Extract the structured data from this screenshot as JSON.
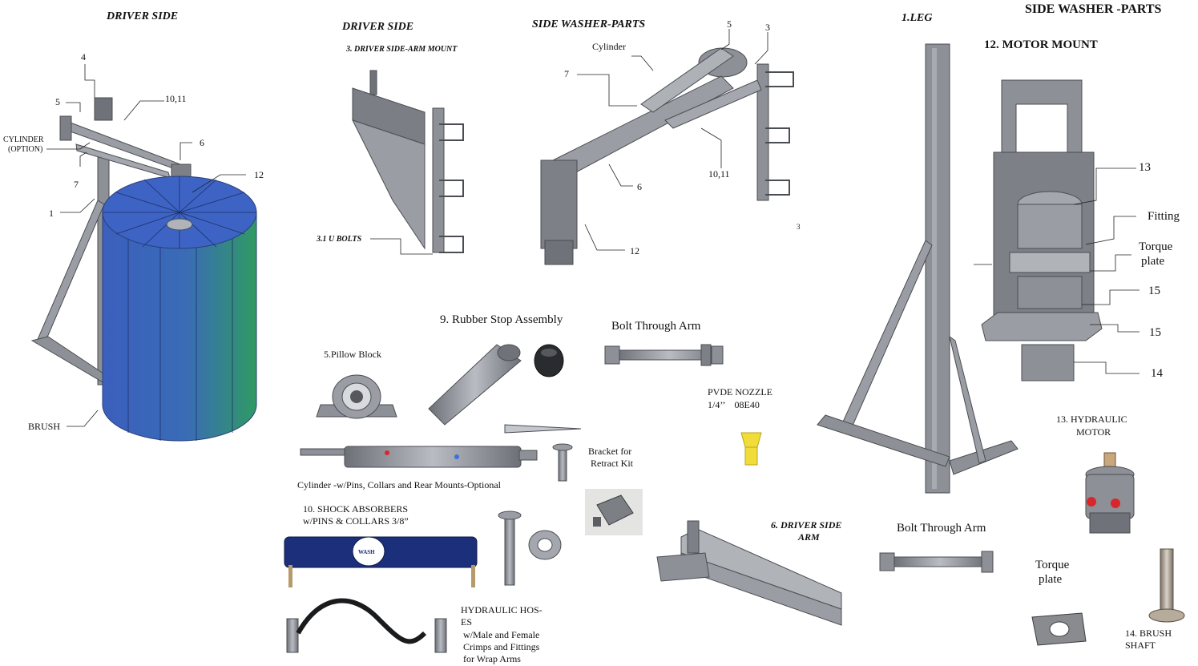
{
  "headings": {
    "driver_side_left": "DRIVER SIDE",
    "driver_side_mid": "DRIVER SIDE",
    "arm_mount": "3. DRIVER SIDE-ARM MOUNT",
    "side_washer_parts_mid": "SIDE WASHER-PARTS",
    "leg": "1.LEG",
    "side_washer_parts_right": "SIDE WASHER -PARTS",
    "motor_mount": "12. MOTOR MOUNT",
    "driver_side_arm_line1": "6. DRIVER SIDE",
    "driver_side_arm_line2": "ARM",
    "u_bolts": "3.1 U BOLTS"
  },
  "left_callouts": {
    "n4": "4",
    "n5": "5",
    "n1011": "10,11",
    "cyl1": "CYLINDER",
    "cyl2": "(OPTION)",
    "n6": "6",
    "n7": "7",
    "n12": "12",
    "n1": "1",
    "brush": "BRUSH"
  },
  "mid_callouts": {
    "cylinder": "Cylinder",
    "n7": "7",
    "n5": "5",
    "n3": "3",
    "n6": "6",
    "n1011": "10,11",
    "n12": "12",
    "n3b": "3"
  },
  "parts": {
    "rubber_stop": "9. Rubber Stop Assembly",
    "bolt_arm_1": "Bolt Through Arm",
    "pillow_block": "5.Pillow Block",
    "pvde1": "PVDE NOZZLE",
    "pvde2": "1/4’’    08E40",
    "bracket1": "Bracket for",
    "bracket2": "Retract Kit",
    "cylinder_pins": "Cylinder -w/Pins, Collars and Rear Mounts-Optional",
    "shock1": "10. SHOCK ABSORBERS",
    "shock2": "w/PINS & COLLARS 3/8”",
    "hose1": "HYDRAULIC HOS-",
    "hose2": "ES",
    "hose3": "w/Male and Female",
    "hose4": "Crimps and Fittings",
    "hose5": "for Wrap Arms",
    "bolt_arm_2": "Bolt Through Arm",
    "torque_plate1": "Torque",
    "torque_plate2": "plate",
    "motor1": "13. HYDRAULIC",
    "motor2": "MOTOR",
    "shaft1": "14. BRUSH",
    "shaft2": "SHAFT",
    "brand": "WASH"
  },
  "motor_callouts": {
    "n13": "13",
    "fitting": "Fitting",
    "torque1": "Torque",
    "torque2": "plate",
    "n15a": "15",
    "n15b": "15",
    "n14": "14"
  },
  "colors": {
    "metal": "#8d9096",
    "metal_dark": "#5a5d63",
    "metal_light": "#c4c7cc",
    "brush_top": "#3d63c4",
    "brush_left": "#3b5fbd",
    "brush_right": "#2f9a63",
    "shock_blue": "#1c2f7a",
    "nozzle": "#f1dd3a",
    "fitting_red": "#d9262c"
  }
}
